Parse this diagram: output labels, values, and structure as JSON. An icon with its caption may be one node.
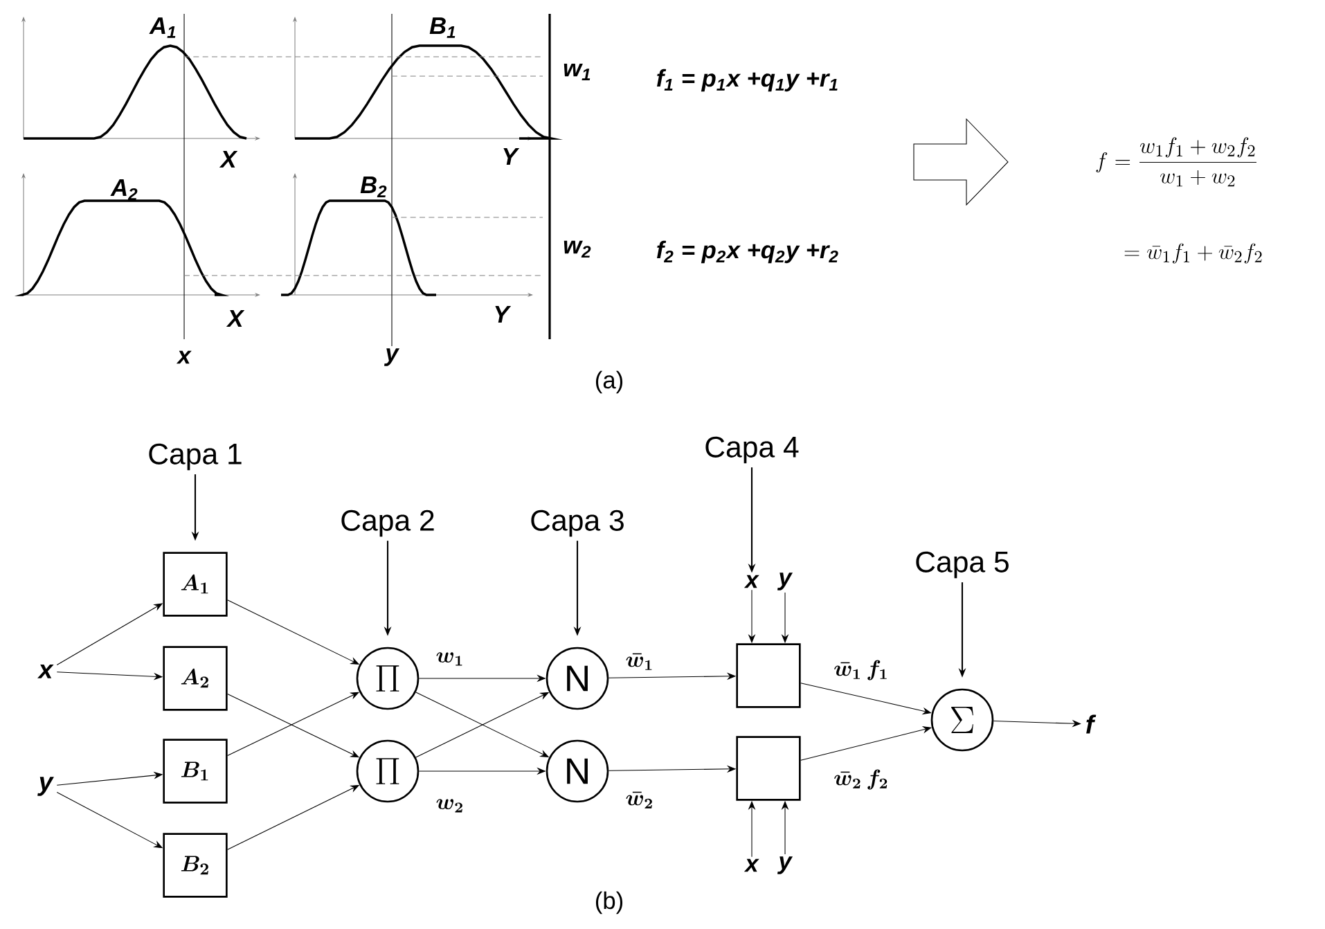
{
  "diagram": {
    "nodes": [
      {
        "text": [
          "Capa 1"
        ]
      },
      {
        "text": [
          "Capa 2"
        ]
      },
      {
        "text": [
          "Capa 3"
        ]
      },
      {
        "text": [
          "Capa 4"
        ]
      },
      {
        "text": [
          "Capa 5"
        ]
      },
      {
        "text": [
          "x"
        ]
      },
      {
        "text": [
          "y"
        ]
      },
      {
        "text": [
          "A_1"
        ]
      },
      {
        "text": [
          "A_2"
        ]
      },
      {
        "text": [
          "B_1"
        ]
      },
      {
        "text": [
          "B_2"
        ]
      },
      {
        "text": [
          "\\Pi"
        ]
      },
      {
        "text": [
          "\\Pi"
        ]
      },
      {
        "text": [
          "N"
        ]
      },
      {
        "text": [
          "N"
        ]
      },
      {
        "text": [
          "x"
        ]
      },
      {
        "text": [
          "y"
        ]
      },
      {
        "text": [],
        "shape": "box"
      },
      {
        "text": [],
        "shape": "box"
      },
      {
        "text": [
          "x"
        ]
      },
      {
        "text": [
          "y"
        ]
      },
      {
        "text": [
          "\\Sigma"
        ]
      },
      {
        "text": [
          "f"
        ]
      }
    ],
    "edges": [
      {
        "from": 5,
        "to": 7,
        "arrow": "to"
      },
      {
        "from": 5,
        "to": 8,
        "arrow": "to"
      },
      {
        "from": 6,
        "to": 9,
        "arrow": "to"
      },
      {
        "from": 6,
        "to": 10,
        "arrow": "to"
      },
      {
        "from": 7,
        "to": 11,
        "arrow": "to"
      },
      {
        "from": 8,
        "to": 12,
        "arrow": "to"
      },
      {
        "from": 9,
        "to": 11,
        "arrow": "to"
      },
      {
        "from": 10,
        "to": 12,
        "arrow": "to"
      },
      {
        "from": 11,
        "to": 13,
        "arrow": "to",
        "label": "w_1"
      },
      {
        "from": 11,
        "to": 14,
        "arrow": "to"
      },
      {
        "from": 12,
        "to": 13,
        "arrow": "to"
      },
      {
        "from": 12,
        "to": 14,
        "arrow": "to",
        "label": "w_2"
      },
      {
        "from": 13,
        "to": 17,
        "arrow": "to",
        "label": "\\bar{w}_1"
      },
      {
        "from": 14,
        "to": 18,
        "arrow": "to",
        "label": "\\bar{w}_2"
      },
      {
        "from": 17,
        "to": 21,
        "arrow": "to",
        "label": "\\bar{w}_1\\, f_1"
      },
      {
        "from": 18,
        "to": 21,
        "arrow": "to",
        "label": "\\bar{w}_2\\, f_2"
      },
      {
        "from": 21,
        "to": 22,
        "arrow": "to"
      },
      {
        "from": 0,
        "to": 7,
        "arrow": "to"
      },
      {
        "from": 1,
        "to": 11,
        "arrow": "to"
      },
      {
        "from": 2,
        "to": 13,
        "arrow": "to"
      },
      {
        "from": 3,
        "to": 15,
        "arrow": "to"
      },
      {
        "from": 4,
        "to": 21,
        "arrow": "to"
      },
      {
        "from": 15,
        "to": 17,
        "arrow": "to"
      },
      {
        "from": 16,
        "to": 17,
        "arrow": "to"
      },
      {
        "from": 19,
        "to": 18,
        "arrow": "to"
      },
      {
        "from": 20,
        "to": 18,
        "arrow": "to"
      }
    ],
    "labels": [
      "A$_{1}$",
      "B$_{1}$",
      "w$_{1}$",
      "f$_{1}$ = p$_{1}$x +q$_{1}$y +r$_{1}$",
      "X",
      "Y",
      "f = \\frac{w_1 f_1 + w_2 f_2}{w_1 + w_2}",
      "A$_{2}$",
      "B$_{2}$",
      "w$_{2}$",
      "f$_{2}$ = p$_{2}$x +q$_{2}$y +r$_{2}$",
      "X",
      "Y",
      "= \\bar{w}_1 f_1 + \\bar{w}_2 f_2",
      "x",
      "y",
      "(a)",
      "(b)"
    ]
  }
}
